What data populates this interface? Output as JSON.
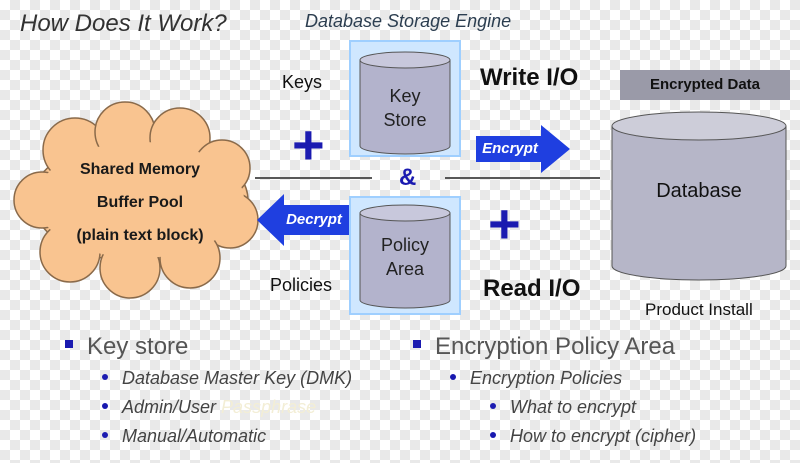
{
  "title": "How Does It Work?",
  "engine_label": "Database Storage Engine",
  "keys_label": "Keys",
  "policies_label": "Policies",
  "key_store": {
    "line1": "Key",
    "line2": "Store"
  },
  "policy_area": {
    "line1": "Policy",
    "line2": "Area"
  },
  "ampersand": "&",
  "write_io": "Write I/O",
  "read_io": "Read I/O",
  "encrypt_label": "Encrypt",
  "decrypt_label": "Decrypt",
  "cloud": {
    "line1": "Shared Memory",
    "line2": "Buffer Pool",
    "line3": "(plain text block)"
  },
  "encrypted_data_label": "Encrypted Data",
  "database_label": "Database",
  "product_install": "Product Install",
  "bullets": {
    "key_store": {
      "heading": "Key store",
      "items": [
        "Database Master Key (DMK)",
        "Admin/User",
        "Manual/Automatic"
      ],
      "faded_text": "Passphrase"
    },
    "policy_area": {
      "heading": "Encryption Policy Area",
      "items": [
        "Encryption Policies",
        "What to encrypt",
        "How to encrypt (cipher)"
      ]
    }
  },
  "colors": {
    "accent_blue": "#1a1ab0",
    "arrow_blue": "#1f3fe0",
    "cylinder_fill": "#b3b3cc",
    "cloud_fill": "#f9c490",
    "database_fill": "#b6b6c8"
  },
  "icons": [
    "plus-icon",
    "square-bullet-icon",
    "dot-bullet-icon",
    "right-arrow-icon",
    "left-arrow-icon"
  ]
}
